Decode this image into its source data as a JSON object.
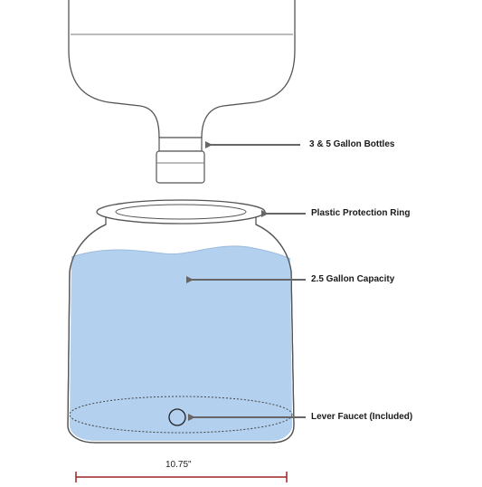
{
  "callouts": {
    "bottles": "3 & 5 Gallon Bottles",
    "ring": "Plastic Protection Ring",
    "capacity": "2.5 Gallon Capacity",
    "faucet": "Lever Faucet (Included)"
  },
  "dimension": {
    "width_label": "10.75\""
  },
  "colors": {
    "outline": "#555555",
    "water": "#b3d0ee",
    "dimension_line": "#9a2525",
    "arrow": "#666666"
  }
}
